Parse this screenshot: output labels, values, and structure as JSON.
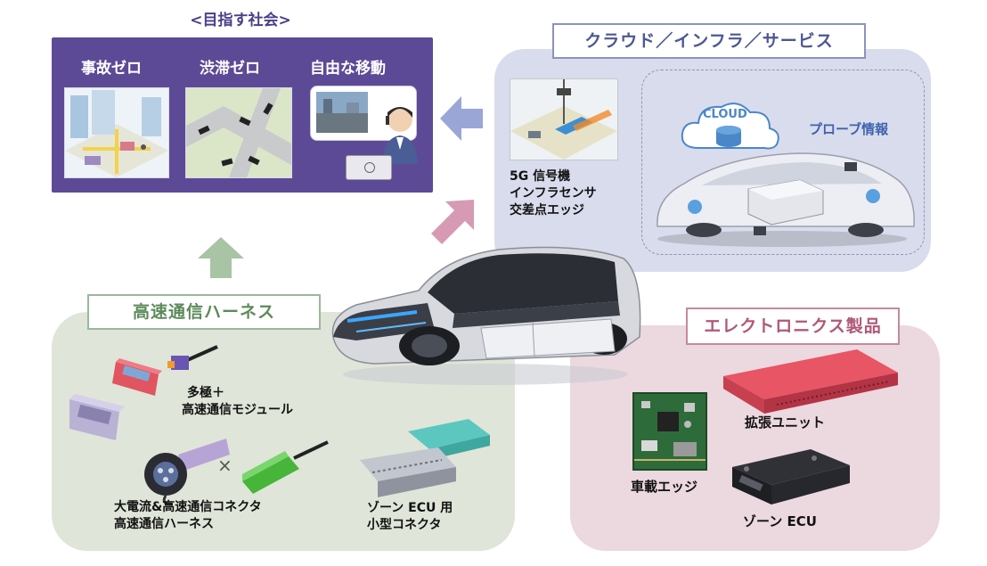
{
  "society": {
    "title": "<目指す社会>",
    "items": [
      {
        "label": "事故ゼロ"
      },
      {
        "label": "渋滞ゼロ"
      },
      {
        "label": "自由な移動"
      }
    ]
  },
  "cloud": {
    "title": "クラウド／インフラ／サービス",
    "cloud_label": "CLOUD",
    "probe_label": "プローブ情報",
    "infra_lines": [
      "5G 信号機",
      "インフラセンサ",
      "交差点エッジ"
    ]
  },
  "harness": {
    "title": "高速通信ハーネス",
    "module_lines": [
      "多極＋",
      "高速通信モジュール"
    ],
    "times_symbol": "×",
    "connector_lines": [
      "大電流&高速通信コネクタ",
      "高速通信ハーネス"
    ],
    "zone_conn_lines": [
      "ゾーン ECU 用",
      "小型コネクタ"
    ]
  },
  "electronics": {
    "title": "エレクトロニクス製品",
    "expansion_label": "拡張ユニット",
    "edge_label": "車載エッジ",
    "zone_ecu_label": "ゾーン ECU"
  },
  "colors": {
    "society_panel": "#5d4a96",
    "cloud_panel": "#d8dcec",
    "harness_panel": "#dfe5d8",
    "electronics_panel": "#ecd8df",
    "arrow_blue": "#9aa7d6",
    "arrow_pink": "#d69ab4",
    "arrow_green": "#a8c4a4"
  }
}
